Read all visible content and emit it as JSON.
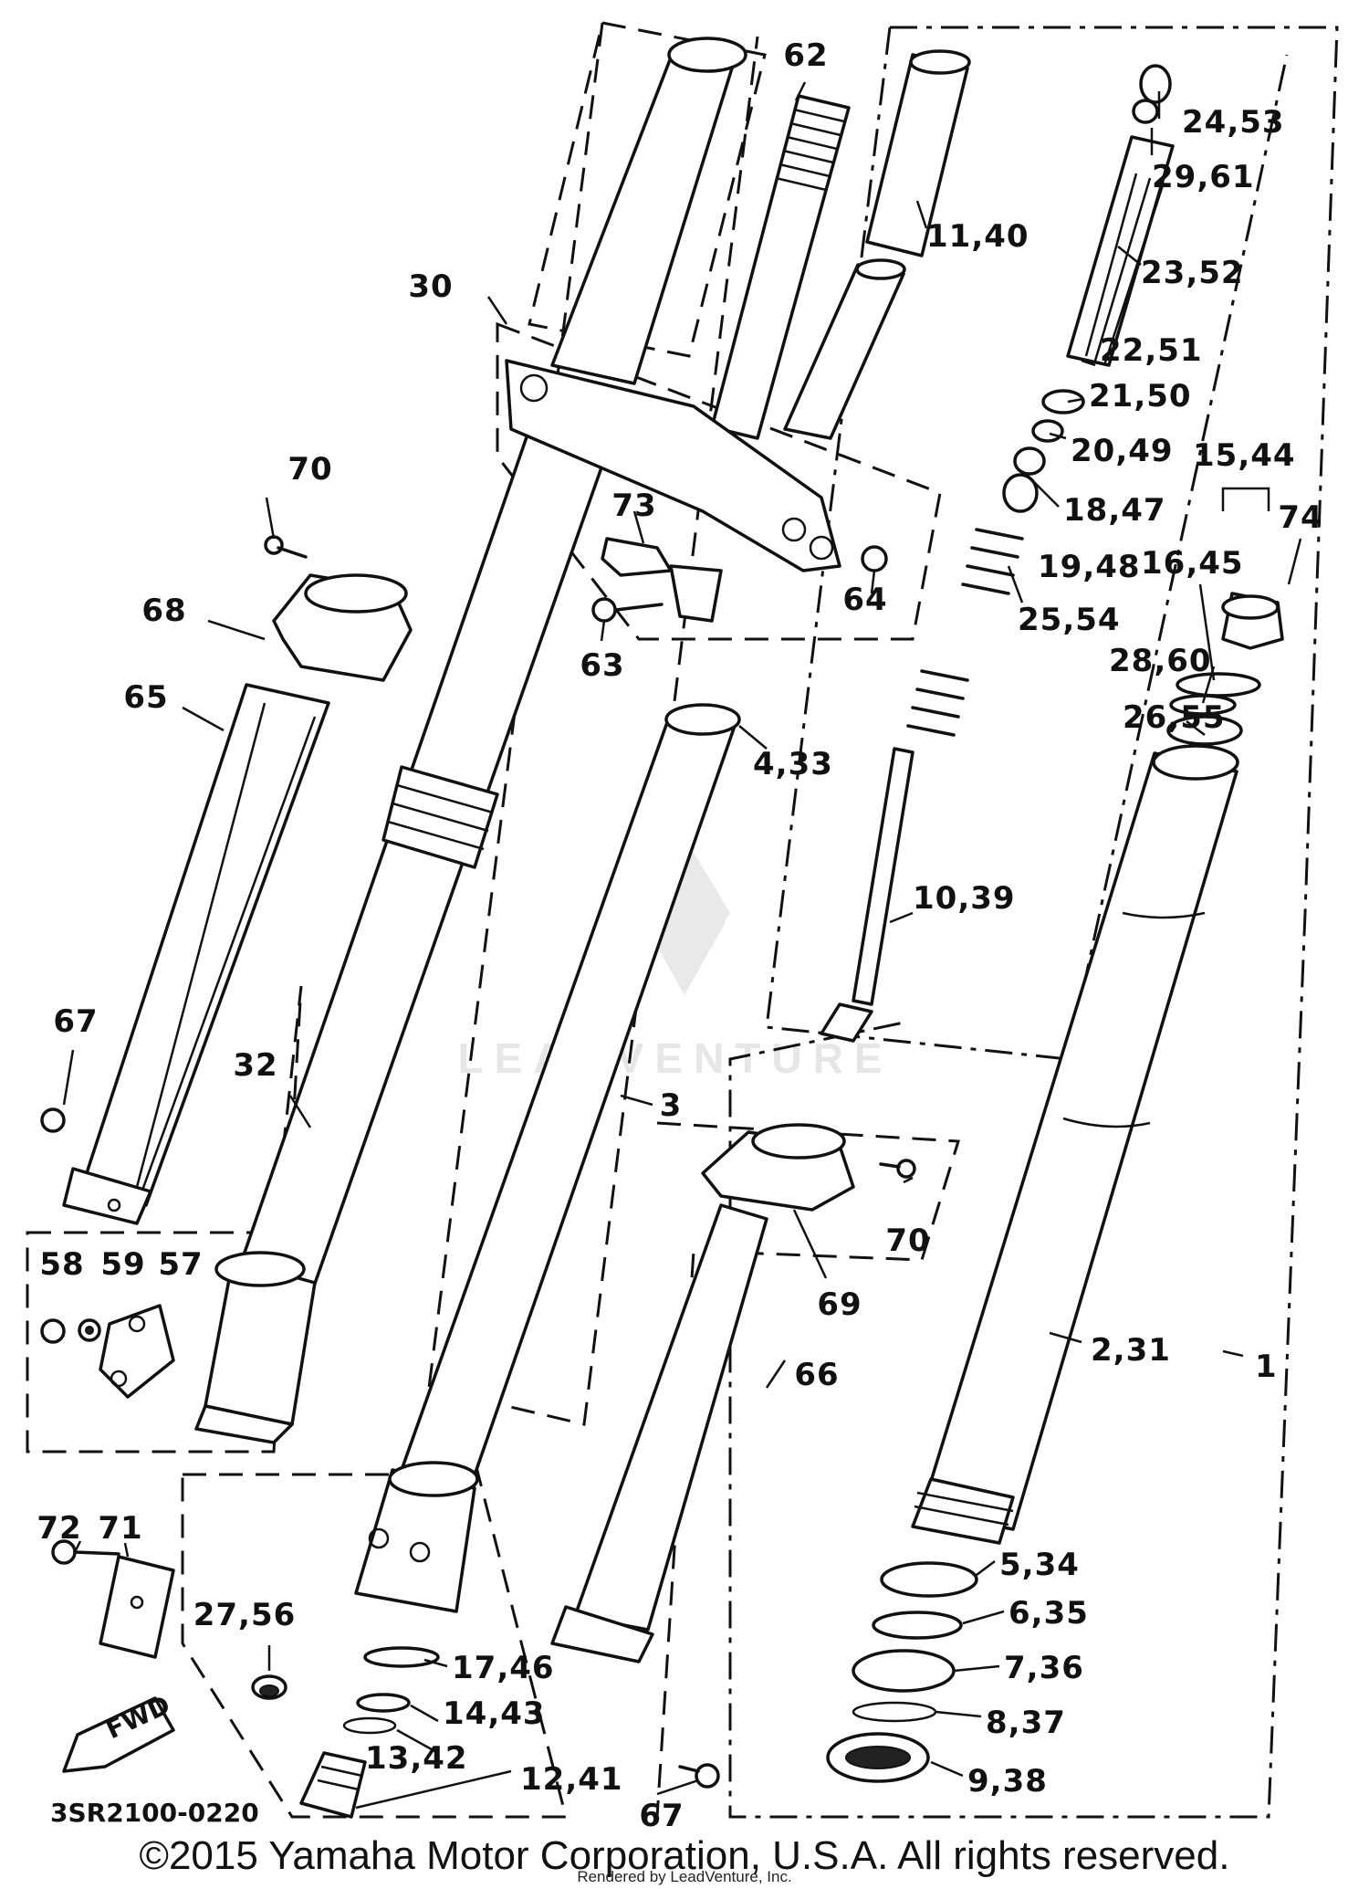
{
  "callouts": {
    "c62": "62",
    "c11_40": "11,40",
    "c24_53": "24,53",
    "c29_61": "29,61",
    "c23_52": "23,52",
    "c30": "30",
    "c22_51": "22,51",
    "c21_50": "21,50",
    "c20_49": "20,49",
    "c15_44": "15,44",
    "c70a": "70",
    "c73": "73",
    "c18_47": "18,47",
    "c74": "74",
    "c19_48": "19,48",
    "c16_45": "16,45",
    "c68": "68",
    "c64": "64",
    "c25_54": "25,54",
    "c28_60": "28,60",
    "c63": "63",
    "c65": "65",
    "c26_55": "26,55",
    "c4_33": "4,33",
    "c10_39": "10,39",
    "c67a": "67",
    "c32": "32",
    "c3": "3",
    "c70b": "70",
    "c58": "58",
    "c59": "59",
    "c57": "57",
    "c69": "69",
    "c2_31": "2,31",
    "c1": "1",
    "c66": "66",
    "c72": "72",
    "c71": "71",
    "c5_34": "5,34",
    "c27_56": "27,56",
    "c6_35": "6,35",
    "c17_46": "17,46",
    "c7_36": "7,36",
    "c14_43": "14,43",
    "c8_37": "8,37",
    "c13_42": "13,42",
    "c12_41": "12,41",
    "c9_38": "9,38",
    "c67b": "67"
  },
  "fwd_label": "FWD",
  "drawing_code": "3SR2100-0220",
  "watermark": "LEADVENTURE",
  "copyright": "©2015 Yamaha Motor Corporation, U.S.A. All rights reserved.",
  "rendered_by": "Rendered by LeadVenture, Inc."
}
